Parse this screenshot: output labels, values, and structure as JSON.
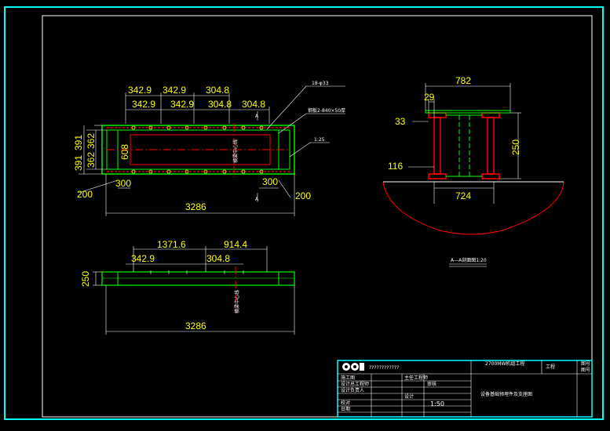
{
  "plan": {
    "top_dims": [
      "342.9",
      "342.9",
      "304.8"
    ],
    "top_dims2": [
      "342.9",
      "342.9",
      "304.8",
      "304.8"
    ],
    "left_dims": [
      "391",
      "391"
    ],
    "left_dims2": [
      "362",
      "362"
    ],
    "inner_height": "608",
    "bottom_left": "200",
    "bottom_left2": "300",
    "bottom_right": "300",
    "bottom_right2": "200",
    "overall_length": "3286",
    "note_holes": "18-φ33",
    "note_plate": "钢板2-840×50厚",
    "note_slope": "1:25",
    "section_mark": "A",
    "center_label": "横梁中心线"
  },
  "section": {
    "width_top": "782",
    "flange": "29",
    "offset": "33",
    "height": "250",
    "web": "116",
    "width_bottom": "724",
    "caption": "A—A剖面图1:20"
  },
  "elevation": {
    "dims_top": [
      "1371.6",
      "914.4"
    ],
    "dims_mid": [
      "342.9",
      "304.8"
    ],
    "height": "250",
    "overall_length": "3286",
    "center_label": "横梁中心线"
  },
  "title_block": {
    "company_lines": "????????????",
    "project": "2700MW机组工程",
    "project_right": "工程",
    "label_1": "施工图",
    "label_2": "主任工程师",
    "label_3": "设计总工程师",
    "label_4": "审核",
    "label_5": "设计负责人",
    "label_6": "设计",
    "label_7": "校对",
    "label_8": "日期",
    "scale": "1:50",
    "drawing_title": "设备基础预埋件及支座图",
    "right_top": "图号",
    "right_bottom": "图号"
  },
  "colors": {
    "frame": "#00ffff",
    "border": "#ffffff",
    "steel": "#00ff00",
    "weld": "#ff0000",
    "dimension": "#ffff00"
  }
}
